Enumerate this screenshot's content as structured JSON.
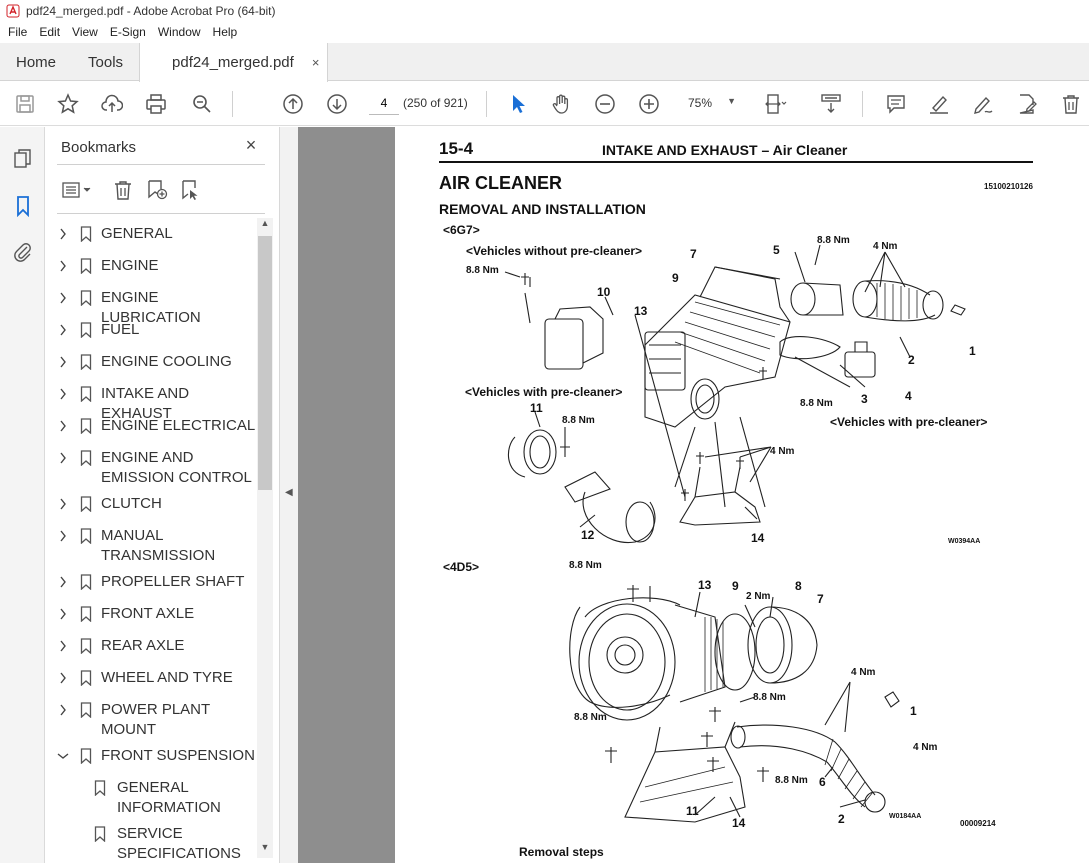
{
  "window": {
    "title": "pdf24_merged.pdf - Adobe Acrobat Pro (64-bit)"
  },
  "menu": [
    "File",
    "Edit",
    "View",
    "E-Sign",
    "Window",
    "Help"
  ],
  "tabs": {
    "home": "Home",
    "tools": "Tools",
    "document": "pdf24_merged.pdf",
    "close": "×"
  },
  "toolbar": {
    "page_current": "4",
    "page_count": "(250 of 921)",
    "zoom": "75%"
  },
  "bookmarks": {
    "title": "Bookmarks",
    "close": "×",
    "items": [
      {
        "label": "GENERAL",
        "expanded": false,
        "level": 0
      },
      {
        "label": "ENGINE",
        "expanded": false,
        "level": 0
      },
      {
        "label": "ENGINE LUBRICATION",
        "expanded": false,
        "level": 0
      },
      {
        "label": "FUEL",
        "expanded": false,
        "level": 0
      },
      {
        "label": "ENGINE COOLING",
        "expanded": false,
        "level": 0
      },
      {
        "label": "INTAKE AND EXHAUST",
        "expanded": false,
        "level": 0
      },
      {
        "label": "ENGINE ELECTRICAL",
        "expanded": false,
        "level": 0
      },
      {
        "label": "ENGINE AND\nEMISSION CONTROL",
        "expanded": false,
        "level": 0
      },
      {
        "label": "CLUTCH",
        "expanded": false,
        "level": 0
      },
      {
        "label": "MANUAL\nTRANSMISSION",
        "expanded": false,
        "level": 0
      },
      {
        "label": "PROPELLER SHAFT",
        "expanded": false,
        "level": 0
      },
      {
        "label": "FRONT AXLE",
        "expanded": false,
        "level": 0
      },
      {
        "label": "REAR AXLE",
        "expanded": false,
        "level": 0
      },
      {
        "label": "WHEEL AND TYRE",
        "expanded": false,
        "level": 0
      },
      {
        "label": "POWER PLANT\nMOUNT",
        "expanded": false,
        "level": 0
      },
      {
        "label": "FRONT SUSPENSION",
        "expanded": true,
        "level": 0
      },
      {
        "label": "GENERAL\nINFORMATION",
        "level": 1
      },
      {
        "label": "SERVICE\nSPECIFICATIONS",
        "level": 1
      }
    ]
  },
  "document": {
    "page_number": "15-4",
    "header": "INTAKE AND EXHAUST – Air Cleaner",
    "title": "AIR CLEANER",
    "doc_code": "15100210126",
    "subtitle": "REMOVAL AND INSTALLATION",
    "engine_a": "<6G7>",
    "engine_b": "<4D5>",
    "caption_no_precleaner": "<Vehicles without pre-cleaner>",
    "caption_precleaner_left": "<Vehicles with pre-cleaner>",
    "caption_precleaner_right": "<Vehicles with pre-cleaner>",
    "torque_88": "8.8 Nm",
    "torque_4": "4 Nm",
    "torque_2": "2 Nm",
    "fig_code_a": "W0394AA",
    "fig_code_b": "W0184AA",
    "fig_code_c": "00009214",
    "footer_label": "Removal steps",
    "callouts_a": [
      "1",
      "2",
      "3",
      "4",
      "5",
      "7",
      "9",
      "10",
      "11",
      "12",
      "13",
      "14"
    ],
    "callouts_b": [
      "1",
      "2",
      "6",
      "7",
      "8",
      "9",
      "11",
      "13",
      "14"
    ]
  }
}
